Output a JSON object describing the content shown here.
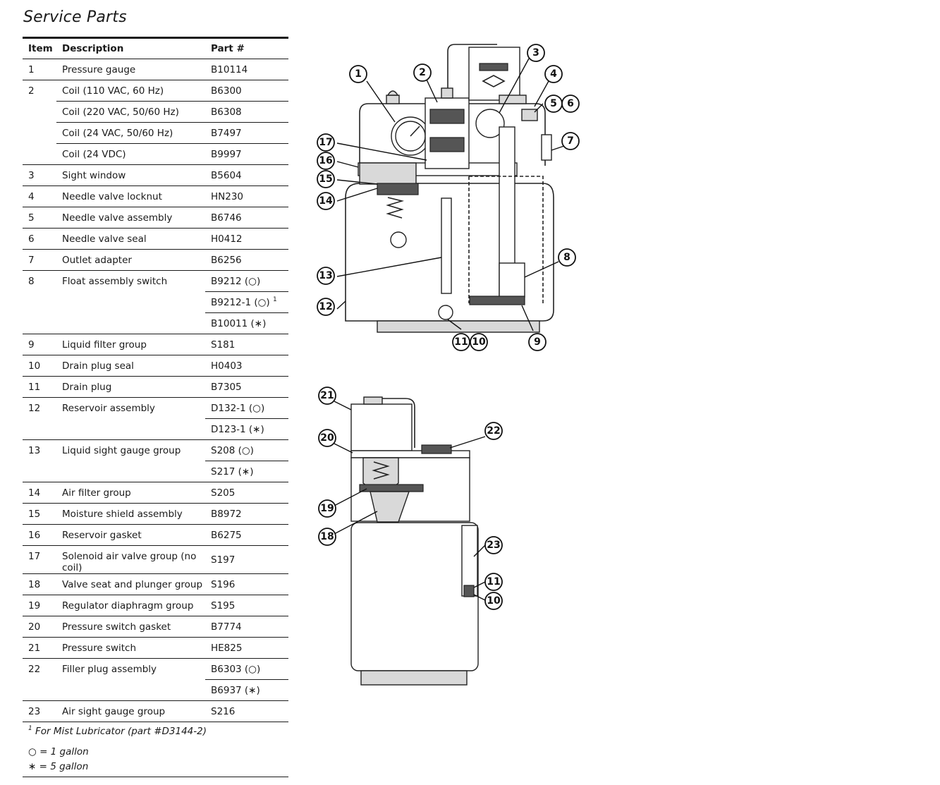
{
  "title": "Service Parts",
  "table": {
    "headers": {
      "item": "Item",
      "description": "Description",
      "part": "Part #"
    },
    "rows": [
      {
        "item": "1",
        "description": "Pressure gauge",
        "part": "B10114"
      },
      {
        "item": "2",
        "description": "Coil (110 VAC, 60 Hz)",
        "part": "B6300"
      },
      {
        "item": "",
        "description": "Coil (220 VAC, 50/60 Hz)",
        "part": "B6308"
      },
      {
        "item": "",
        "description": "Coil (24 VAC, 50/60 Hz)",
        "part": "B7497"
      },
      {
        "item": "",
        "description": "Coil (24 VDC)",
        "part": "B9997"
      },
      {
        "item": "3",
        "description": "Sight window",
        "part": "B5604"
      },
      {
        "item": "4",
        "description": "Needle valve locknut",
        "part": "HN230"
      },
      {
        "item": "5",
        "description": "Needle valve assembly",
        "part": "B6746"
      },
      {
        "item": "6",
        "description": "Needle valve seal",
        "part": "H0412"
      },
      {
        "item": "7",
        "description": "Outlet adapter",
        "part": "B6256"
      },
      {
        "item": "8",
        "description": "Float assembly switch",
        "part": "B9212 (○)"
      },
      {
        "item": "",
        "description": "",
        "part": "B9212-1 (○)",
        "sup": "1"
      },
      {
        "item": "",
        "description": "",
        "part": "B10011 (∗)"
      },
      {
        "item": "9",
        "description": "Liquid filter group",
        "part": "S181"
      },
      {
        "item": "10",
        "description": "Drain plug seal",
        "part": "H0403"
      },
      {
        "item": "11",
        "description": "Drain plug",
        "part": "B7305"
      },
      {
        "item": "12",
        "description": "Reservoir assembly",
        "part": "D132-1 (○)"
      },
      {
        "item": "",
        "description": "",
        "part": "D123-1 (∗)"
      },
      {
        "item": "13",
        "description": "Liquid sight gauge group",
        "part": "S208 (○)"
      },
      {
        "item": "",
        "description": "",
        "part": "S217 (∗)"
      },
      {
        "item": "14",
        "description": "Air filter group",
        "part": "S205"
      },
      {
        "item": "15",
        "description": "Moisture shield assembly",
        "part": "B8972"
      },
      {
        "item": "16",
        "description": "Reservoir gasket",
        "part": "B6275"
      },
      {
        "item": "17",
        "description": "Solenoid air valve group (no coil)",
        "part": "S197"
      },
      {
        "item": "18",
        "description": "Valve seat and plunger group",
        "part": "S196"
      },
      {
        "item": "19",
        "description": "Regulator diaphragm group",
        "part": "S195"
      },
      {
        "item": "20",
        "description": "Pressure switch gasket",
        "part": "B7774"
      },
      {
        "item": "21",
        "description": "Pressure switch",
        "part": "HE825"
      },
      {
        "item": "22",
        "description": "Filler plug assembly",
        "part": "B6303 (○)"
      },
      {
        "item": "",
        "description": "",
        "part": "B6937 (∗)"
      },
      {
        "item": "23",
        "description": "Air sight gauge group",
        "part": "S216"
      }
    ]
  },
  "footnote": {
    "mark": "1",
    "text": "For Mist Lubricator (part #D3144-2)"
  },
  "legend": [
    {
      "symbol": "○",
      "text": " = 1 gallon"
    },
    {
      "symbol": "∗",
      "text": " = 5 gallon"
    }
  ],
  "diagram_top": {
    "callouts": [
      "1",
      "2",
      "3",
      "4",
      "5",
      "6",
      "7",
      "8",
      "9",
      "10",
      "11",
      "12",
      "13",
      "14",
      "15",
      "16",
      "17"
    ]
  },
  "diagram_bottom": {
    "callouts": [
      "21",
      "20",
      "22",
      "19",
      "18",
      "23",
      "11",
      "10"
    ]
  }
}
